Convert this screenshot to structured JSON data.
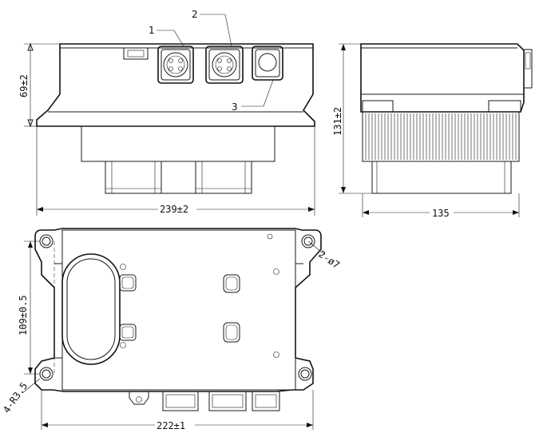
{
  "callouts": {
    "c1": "1",
    "c2": "2",
    "c3": "3"
  },
  "dimensions": {
    "front_height": "69±2",
    "front_width": "239±2",
    "side_height": "131±2",
    "side_width": "135",
    "top_hole_spacing": "109±0.5",
    "top_width": "222±1",
    "hole_note": "2-ø7",
    "corner_radius_note": "4-R3.5"
  }
}
